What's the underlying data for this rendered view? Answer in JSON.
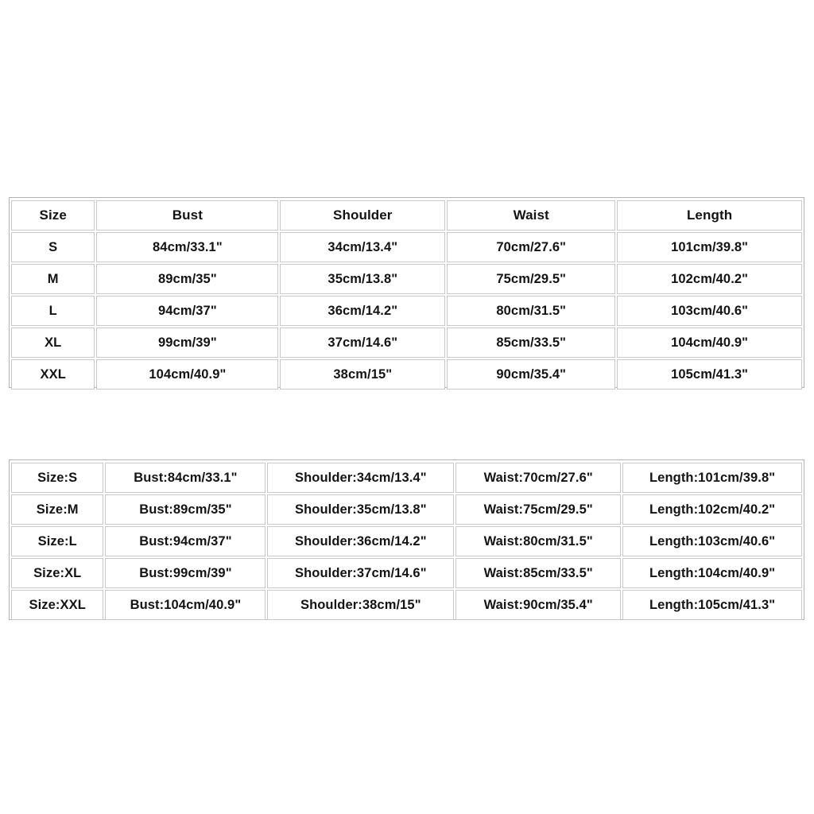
{
  "chart_data": {
    "type": "table",
    "title": "",
    "tables": [
      {
        "name": "size-chart-columnar",
        "columns": [
          "Size",
          "Bust",
          "Shoulder",
          "Waist",
          "Length"
        ],
        "rows": [
          [
            "S",
            "84cm/33.1\"",
            "34cm/13.4\"",
            "70cm/27.6\"",
            "101cm/39.8\""
          ],
          [
            "M",
            "89cm/35\"",
            "35cm/13.8\"",
            "75cm/29.5\"",
            "102cm/40.2\""
          ],
          [
            "L",
            "94cm/37\"",
            "36cm/14.2\"",
            "80cm/31.5\"",
            "103cm/40.6\""
          ],
          [
            "XL",
            "99cm/39\"",
            "37cm/14.6\"",
            "85cm/33.5\"",
            "104cm/40.9\""
          ],
          [
            "XXL",
            "104cm/40.9\"",
            "38cm/15\"",
            "90cm/35.4\"",
            "105cm/41.3\""
          ]
        ]
      },
      {
        "name": "size-chart-labeled",
        "columns": [],
        "rows": [
          [
            "Size:S",
            "Bust:84cm/33.1\"",
            "Shoulder:34cm/13.4\"",
            "Waist:70cm/27.6\"",
            "Length:101cm/39.8\""
          ],
          [
            "Size:M",
            "Bust:89cm/35\"",
            "Shoulder:35cm/13.8\"",
            "Waist:75cm/29.5\"",
            "Length:102cm/40.2\""
          ],
          [
            "Size:L",
            "Bust:94cm/37\"",
            "Shoulder:36cm/14.2\"",
            "Waist:80cm/31.5\"",
            "Length:103cm/40.6\""
          ],
          [
            "Size:XL",
            "Bust:99cm/39\"",
            "Shoulder:37cm/14.6\"",
            "Waist:85cm/33.5\"",
            "Length:104cm/40.9\""
          ],
          [
            "Size:XXL",
            "Bust:104cm/40.9\"",
            "Shoulder:38cm/15\"",
            "Waist:90cm/35.4\"",
            "Length:105cm/41.3\""
          ]
        ]
      }
    ],
    "units": "cm / inches",
    "measurement_names": [
      "Size",
      "Bust",
      "Shoulder",
      "Waist",
      "Length"
    ],
    "size_labels": [
      "S",
      "M",
      "L",
      "XL",
      "XXL"
    ],
    "series": [
      {
        "name": "Bust (cm)",
        "values": [
          84,
          89,
          94,
          99,
          104
        ]
      },
      {
        "name": "Shoulder (cm)",
        "values": [
          34,
          35,
          36,
          37,
          38
        ]
      },
      {
        "name": "Waist (cm)",
        "values": [
          70,
          75,
          80,
          85,
          90
        ]
      },
      {
        "name": "Length (cm)",
        "values": [
          101,
          102,
          103,
          104,
          105
        ]
      },
      {
        "name": "Bust (in)",
        "values": [
          33.1,
          35,
          37,
          39,
          40.9
        ]
      },
      {
        "name": "Shoulder (in)",
        "values": [
          13.4,
          13.8,
          14.2,
          14.6,
          15
        ]
      },
      {
        "name": "Waist (in)",
        "values": [
          27.6,
          29.5,
          31.5,
          33.5,
          35.4
        ]
      },
      {
        "name": "Length (in)",
        "values": [
          39.8,
          40.2,
          40.6,
          40.9,
          41.3
        ]
      }
    ]
  },
  "table_one": {
    "header": {
      "size": "Size",
      "bust": "Bust",
      "shoulder": "Shoulder",
      "waist": "Waist",
      "length": "Length"
    },
    "rows": [
      {
        "size": "S",
        "bust": "84cm/33.1\"",
        "shoulder": "34cm/13.4\"",
        "waist": "70cm/27.6\"",
        "length": "101cm/39.8\""
      },
      {
        "size": "M",
        "bust": "89cm/35\"",
        "shoulder": "35cm/13.8\"",
        "waist": "75cm/29.5\"",
        "length": "102cm/40.2\""
      },
      {
        "size": "L",
        "bust": "94cm/37\"",
        "shoulder": "36cm/14.2\"",
        "waist": "80cm/31.5\"",
        "length": "103cm/40.6\""
      },
      {
        "size": "XL",
        "bust": "99cm/39\"",
        "shoulder": "37cm/14.6\"",
        "waist": "85cm/33.5\"",
        "length": "104cm/40.9\""
      },
      {
        "size": "XXL",
        "bust": "104cm/40.9\"",
        "shoulder": "38cm/15\"",
        "waist": "90cm/35.4\"",
        "length": "105cm/41.3\""
      }
    ]
  },
  "table_two": {
    "rows": [
      {
        "size": "Size:S",
        "bust": "Bust:84cm/33.1\"",
        "shoulder": "Shoulder:34cm/13.4\"",
        "waist": "Waist:70cm/27.6\"",
        "length": "Length:101cm/39.8\""
      },
      {
        "size": "Size:M",
        "bust": "Bust:89cm/35\"",
        "shoulder": "Shoulder:35cm/13.8\"",
        "waist": "Waist:75cm/29.5\"",
        "length": "Length:102cm/40.2\""
      },
      {
        "size": "Size:L",
        "bust": "Bust:94cm/37\"",
        "shoulder": "Shoulder:36cm/14.2\"",
        "waist": "Waist:80cm/31.5\"",
        "length": "Length:103cm/40.6\""
      },
      {
        "size": "Size:XL",
        "bust": "Bust:99cm/39\"",
        "shoulder": "Shoulder:37cm/14.6\"",
        "waist": "Waist:85cm/33.5\"",
        "length": "Length:104cm/40.9\""
      },
      {
        "size": "Size:XXL",
        "bust": "Bust:104cm/40.9\"",
        "shoulder": "Shoulder:38cm/15\"",
        "waist": "Waist:90cm/35.4\"",
        "length": "Length:105cm/41.3\""
      }
    ]
  },
  "colors": {
    "page_background": "#ffffff",
    "cell_background": "#ffffff",
    "text": "#141414",
    "cell_border": "#c9c9c9",
    "table_border": "#b3b3b3"
  }
}
